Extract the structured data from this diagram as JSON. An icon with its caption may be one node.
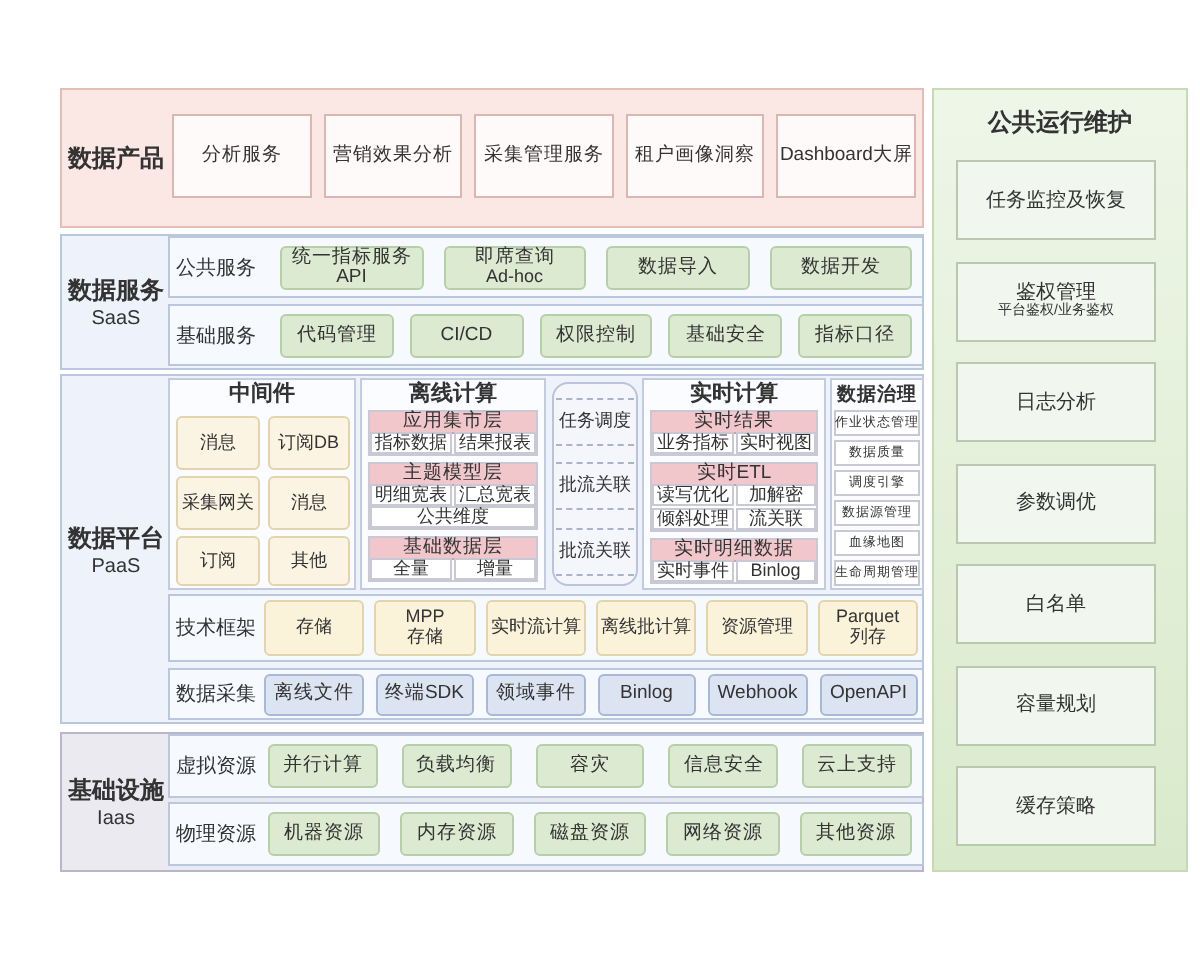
{
  "diagram": {
    "nodes": [
      {
        "text": [
          "数据产品"
        ]
      },
      {
        "text": [
          "分析服务"
        ],
        "in": 0
      },
      {
        "text": [
          "营销效果分析"
        ],
        "in": 0
      },
      {
        "text": [
          "采集管理服务"
        ],
        "in": 0
      },
      {
        "text": [
          "租户画像洞察"
        ],
        "in": 0
      },
      {
        "text": [
          "Dashboard大屏"
        ],
        "in": 0
      },
      {
        "text": [
          "数据服务",
          "SaaS"
        ]
      },
      {
        "text": [
          "公共服务"
        ],
        "in": 6
      },
      {
        "text": [
          "统一指标服务API"
        ],
        "in": 7
      },
      {
        "text": [
          "即席查询",
          "Ad-hoc"
        ],
        "in": 7
      },
      {
        "text": [
          "数据导入"
        ],
        "in": 7
      },
      {
        "text": [
          "数据开发"
        ],
        "in": 7
      },
      {
        "text": [
          "基础服务"
        ],
        "in": 6
      },
      {
        "text": [
          "代码管理"
        ],
        "in": 12
      },
      {
        "text": [
          "CI/CD"
        ],
        "in": 12
      },
      {
        "text": [
          "权限控制"
        ],
        "in": 12
      },
      {
        "text": [
          "基础安全"
        ],
        "in": 12
      },
      {
        "text": [
          "指标口径"
        ],
        "in": 12
      },
      {
        "text": [
          "数据平台",
          "PaaS"
        ]
      },
      {
        "text": [
          "中间件"
        ],
        "in": 18
      },
      {
        "text": [
          "消息"
        ],
        "in": 19
      },
      {
        "text": [
          "订阅DB"
        ],
        "in": 19
      },
      {
        "text": [
          "采集网关"
        ],
        "in": 19
      },
      {
        "text": [
          "消息"
        ],
        "in": 19
      },
      {
        "text": [
          "订阅"
        ],
        "in": 19
      },
      {
        "text": [
          "其他"
        ],
        "in": 19
      },
      {
        "text": [
          "离线计算"
        ],
        "in": 18
      },
      {
        "text": [
          "应用集市层"
        ],
        "in": 26
      },
      {
        "text": [
          "指标数据"
        ],
        "in": 27
      },
      {
        "text": [
          "结果报表"
        ],
        "in": 27
      },
      {
        "text": [
          "主题模型层"
        ],
        "in": 26
      },
      {
        "text": [
          "明细宽表"
        ],
        "in": 30
      },
      {
        "text": [
          "汇总宽表"
        ],
        "in": 30
      },
      {
        "text": [
          "公共维度"
        ],
        "in": 30
      },
      {
        "text": [
          "基础数据层"
        ],
        "in": 26
      },
      {
        "text": [
          "全量"
        ],
        "in": 34
      },
      {
        "text": [
          "增量"
        ],
        "in": 34
      },
      {
        "text": [],
        "shape": "box",
        "in": 18
      },
      {
        "text": [
          "任务调度"
        ],
        "in": 37
      },
      {
        "text": [
          "批流关联"
        ],
        "in": 37
      },
      {
        "text": [
          "批流关联"
        ],
        "in": 37
      },
      {
        "text": [
          "实时计算"
        ],
        "in": 18
      },
      {
        "text": [
          "实时结果"
        ],
        "in": 41
      },
      {
        "text": [
          "业务指标"
        ],
        "in": 42
      },
      {
        "text": [
          "实时视图"
        ],
        "in": 42
      },
      {
        "text": [
          "实时ETL"
        ],
        "in": 41
      },
      {
        "text": [
          "读写优化"
        ],
        "in": 45
      },
      {
        "text": [
          "加解密"
        ],
        "in": 45
      },
      {
        "text": [
          "倾斜处理"
        ],
        "in": 45
      },
      {
        "text": [
          "流关联"
        ],
        "in": 45
      },
      {
        "text": [
          "实时明细数据"
        ],
        "in": 41
      },
      {
        "text": [
          "实时事件"
        ],
        "in": 50
      },
      {
        "text": [
          "Binlog"
        ],
        "in": 50
      },
      {
        "text": [
          "数据治理"
        ],
        "in": 18
      },
      {
        "text": [
          "作业状态管理"
        ],
        "in": 53
      },
      {
        "text": [
          "数据质量"
        ],
        "in": 53
      },
      {
        "text": [
          "调度引擎"
        ],
        "in": 53
      },
      {
        "text": [
          "数据源管理"
        ],
        "in": 53
      },
      {
        "text": [
          "血缘地图"
        ],
        "in": 53
      },
      {
        "text": [
          "生命周期管理"
        ],
        "in": 53
      },
      {
        "text": [
          "技术框架"
        ],
        "in": 18
      },
      {
        "text": [
          "存储"
        ],
        "in": 60
      },
      {
        "text": [
          "MPP",
          "存储"
        ],
        "in": 60
      },
      {
        "text": [
          "实时流计算"
        ],
        "in": 60
      },
      {
        "text": [
          "离线批计算"
        ],
        "in": 60
      },
      {
        "text": [
          "资源管理"
        ],
        "in": 60
      },
      {
        "text": [
          "Parquet",
          "列存"
        ],
        "in": 60
      },
      {
        "text": [
          "数据采集"
        ],
        "in": 18
      },
      {
        "text": [
          "离线文件"
        ],
        "in": 67
      },
      {
        "text": [
          "终端SDK"
        ],
        "in": 67
      },
      {
        "text": [
          "领域事件"
        ],
        "in": 67
      },
      {
        "text": [
          "Binlog"
        ],
        "in": 67
      },
      {
        "text": [
          "Webhook"
        ],
        "in": 67
      },
      {
        "text": [
          "OpenAPI"
        ],
        "in": 67
      },
      {
        "text": [
          "基础设施",
          "Iaas"
        ]
      },
      {
        "text": [
          "虚拟资源"
        ],
        "in": 74
      },
      {
        "text": [
          "并行计算"
        ],
        "in": 75
      },
      {
        "text": [
          "负载均衡"
        ],
        "in": 75
      },
      {
        "text": [
          "容灾"
        ],
        "in": 75
      },
      {
        "text": [
          "信息安全"
        ],
        "in": 75
      },
      {
        "text": [
          "云上支持"
        ],
        "in": 75
      },
      {
        "text": [
          "物理资源"
        ],
        "in": 74
      },
      {
        "text": [
          "机器资源"
        ],
        "in": 81
      },
      {
        "text": [
          "内存资源"
        ],
        "in": 81
      },
      {
        "text": [
          "磁盘资源"
        ],
        "in": 81
      },
      {
        "text": [
          "网络资源"
        ],
        "in": 81
      },
      {
        "text": [
          "其他资源"
        ],
        "in": 81
      },
      {
        "text": [
          "公共运行维护"
        ]
      },
      {
        "text": [
          "任务监控及恢复"
        ],
        "in": 87
      },
      {
        "text": [
          "鉴权管理",
          "平台鉴权/业务鉴权"
        ],
        "in": 87
      },
      {
        "text": [
          "日志分析"
        ],
        "in": 87
      },
      {
        "text": [
          "参数调优"
        ],
        "in": 87
      },
      {
        "text": [
          "白名单"
        ],
        "in": 87
      },
      {
        "text": [
          "容量规划"
        ],
        "in": 87
      },
      {
        "text": [
          "缓存策略"
        ],
        "in": 87
      }
    ]
  }
}
